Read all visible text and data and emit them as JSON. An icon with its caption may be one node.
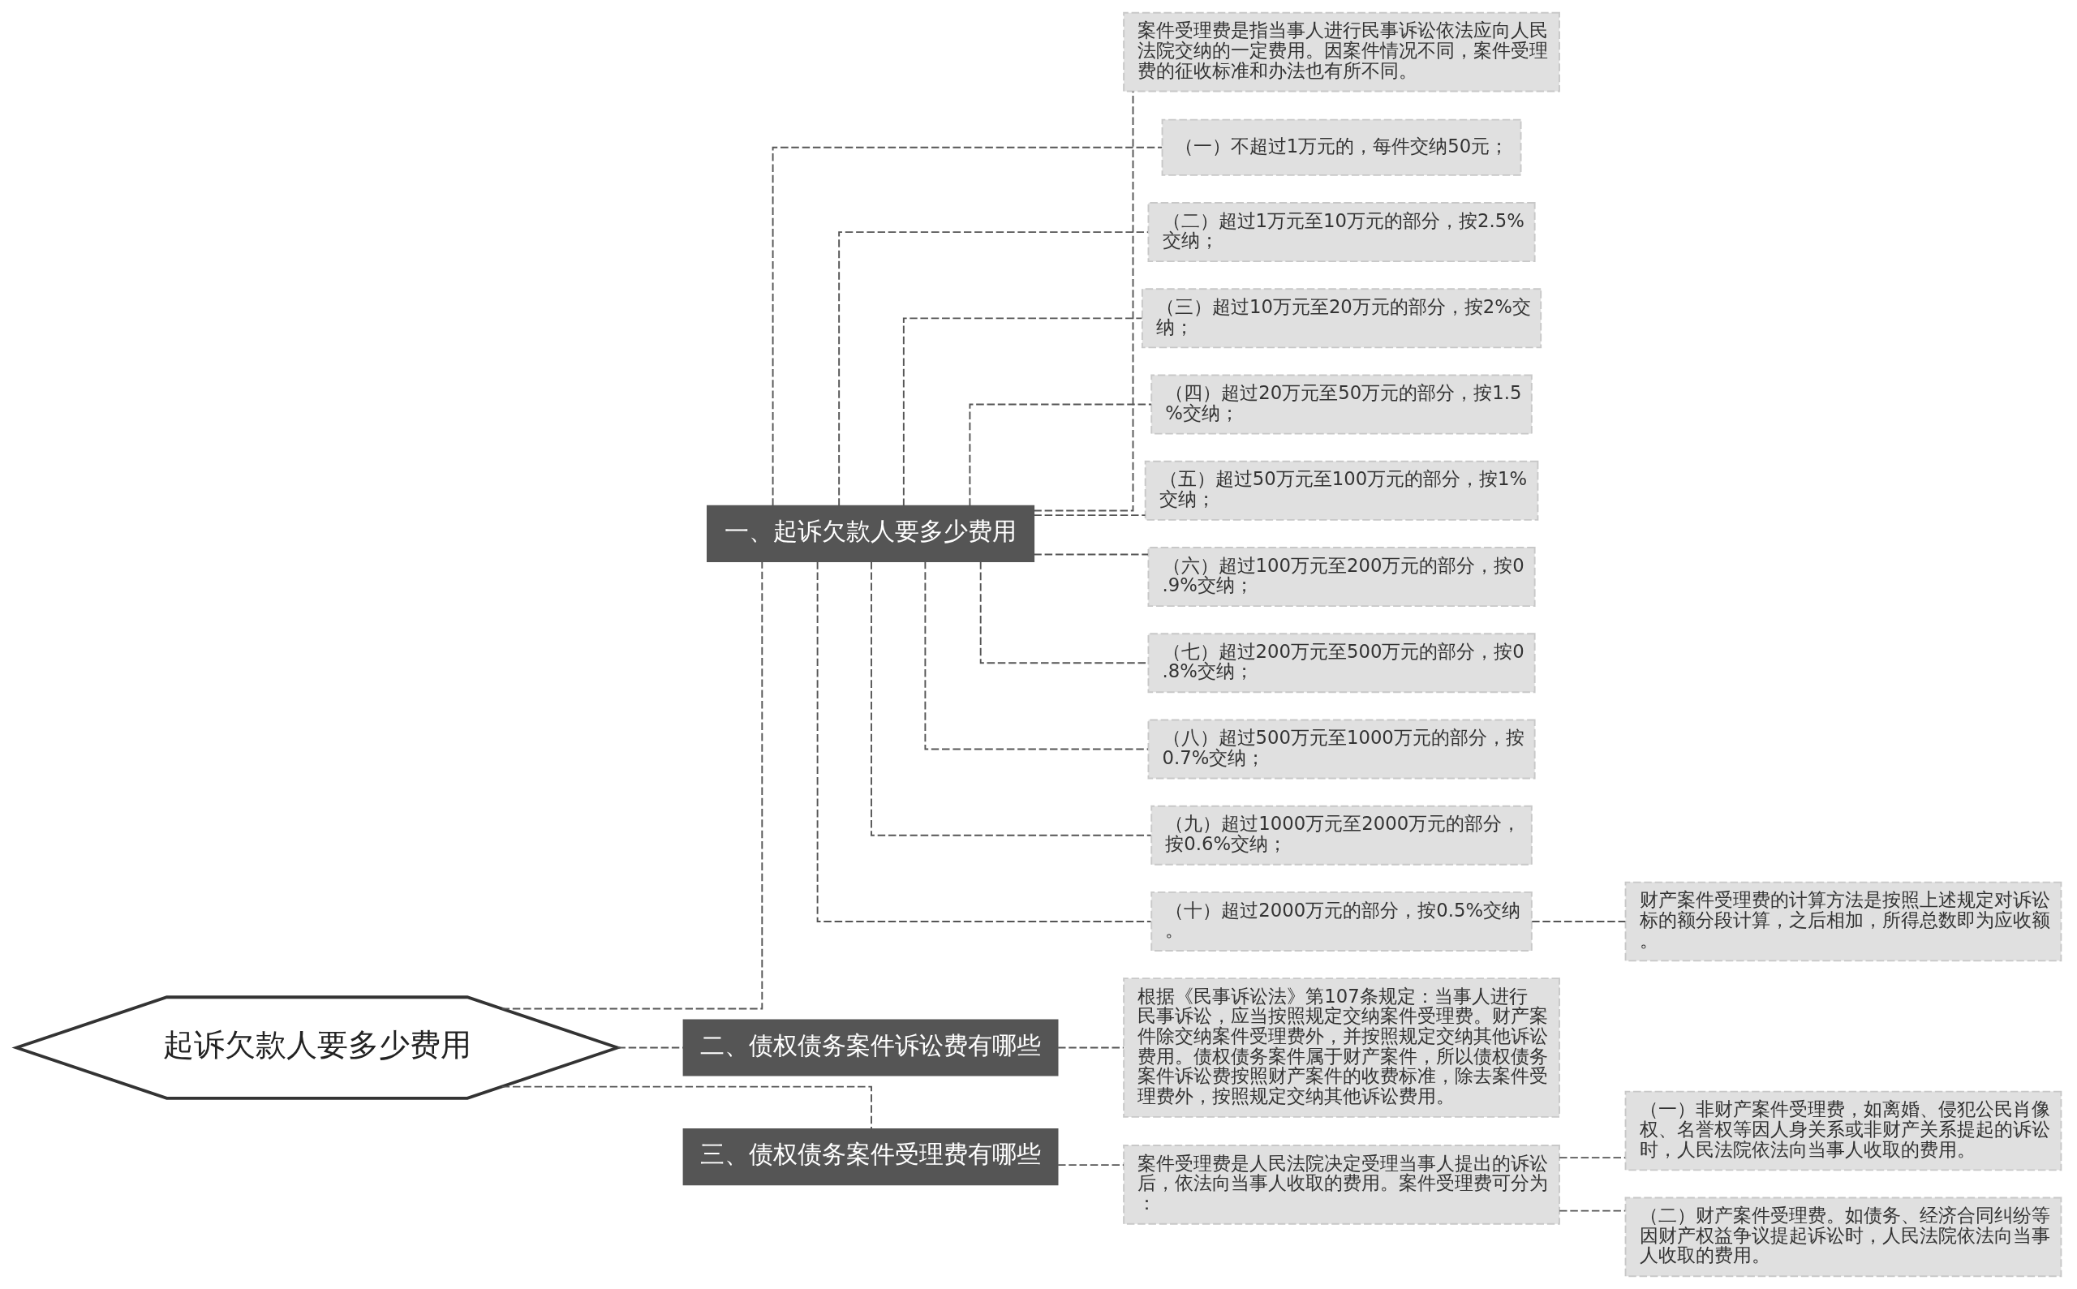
{
  "diagram": {
    "nodes": [
      {
        "text": [
          "起诉欠款人要多少费用"
        ]
      },
      {
        "text": [
          "一、起诉欠款人要多少费用"
        ]
      },
      {
        "text": [
          "案件受理费是指当事人进行民事诉讼依法应向人民法院交纳的一定费用。因案件情况不同，案件受理费的征收标准和办法也有所不同。"
        ]
      },
      {
        "text": [
          "（一）不超过1万元的，每件交纳50元；"
        ]
      },
      {
        "text": [
          "（二）超过1万元至10万元的部分，按2.5%交纳；"
        ]
      },
      {
        "text": [
          "（三）超过10万元至20万元的部分，按2%交纳；"
        ]
      },
      {
        "text": [
          "（四）超过20万元至50万元的部分，按1.5%交纳；"
        ]
      },
      {
        "text": [
          "（五）超过50万元至100万元的部分，按1%交纳；"
        ]
      },
      {
        "text": [
          "（六）超过100万元至200万元的部分，按0.9%交纳；"
        ]
      },
      {
        "text": [
          "（七）超过200万元至500万元的部分，按0.8%交纳；"
        ]
      },
      {
        "text": [
          "（八）超过500万元至1000万元的部分，按0.7%交纳；"
        ]
      },
      {
        "text": [
          "（九）超过1000万元至2000万元的部分，按0.6%交纳；"
        ]
      },
      {
        "text": [
          "（十）超过2000万元的部分，按0.5%交纳。"
        ]
      },
      {
        "text": [
          "财产案件受理费的计算方法是按照上述规定对诉讼标的额分段计算，之后相加，所得总数即为应收额。"
        ]
      },
      {
        "text": [
          "二、债权债务案件诉讼费有哪些"
        ]
      },
      {
        "text": [
          "根据《民事诉讼法》第107条规定：当事人进行民事诉讼，应当按照规定交纳案件受理费。财产案件除交纳案件受理费外，并按照规定交纳其他诉讼费用。债权债务案件属于财产案件，所以债权债务案件诉讼费按照财产案件的收费标准，除去案件受理费外，按照规定交纳其他诉讼费用。"
        ]
      },
      {
        "text": [
          "三、债权债务案件受理费有哪些"
        ]
      },
      {
        "text": [
          "案件受理费是人民法院决定受理当事人提出的诉讼后，依法向当事人收取的费用。案件受理费可分为："
        ]
      },
      {
        "text": [
          "（一）非财产案件受理费，如离婚、侵犯公民肖像权、名誉权等因人身关系或非财产关系提起的诉讼时，人民法院依法向当事人收取的费用。"
        ]
      },
      {
        "text": [
          "（二）财产案件受理费。如债务、经济合同纠纷等因财产权益争议提起诉讼时，人民法院依法向当事人收取的费用。"
        ]
      }
    ],
    "edges": [
      {
        "from": 0,
        "to": 1,
        "arrow": "none",
        "style": "dashed"
      },
      {
        "from": 1,
        "to": 2,
        "arrow": "none",
        "style": "dashed"
      },
      {
        "from": 1,
        "to": 3,
        "arrow": "none",
        "style": "dashed"
      },
      {
        "from": 1,
        "to": 4,
        "arrow": "none",
        "style": "dashed"
      },
      {
        "from": 1,
        "to": 5,
        "arrow": "none",
        "style": "dashed"
      },
      {
        "from": 1,
        "to": 6,
        "arrow": "none",
        "style": "dashed"
      },
      {
        "from": 1,
        "to": 7,
        "arrow": "none",
        "style": "dashed"
      },
      {
        "from": 1,
        "to": 8,
        "arrow": "none",
        "style": "dashed"
      },
      {
        "from": 1,
        "to": 9,
        "arrow": "none",
        "style": "dashed"
      },
      {
        "from": 1,
        "to": 10,
        "arrow": "none",
        "style": "dashed"
      },
      {
        "from": 1,
        "to": 11,
        "arrow": "none",
        "style": "dashed"
      },
      {
        "from": 1,
        "to": 12,
        "arrow": "none",
        "style": "dashed"
      },
      {
        "from": 12,
        "to": 13,
        "arrow": "none",
        "style": "dashed"
      },
      {
        "from": 0,
        "to": 14,
        "arrow": "none",
        "style": "dashed"
      },
      {
        "from": 14,
        "to": 15,
        "arrow": "none",
        "style": "dashed"
      },
      {
        "from": 0,
        "to": 16,
        "arrow": "none",
        "style": "dashed"
      },
      {
        "from": 16,
        "to": 17,
        "arrow": "none",
        "style": "dashed"
      },
      {
        "from": 17,
        "to": 18,
        "arrow": "none",
        "style": "dashed"
      },
      {
        "from": 17,
        "to": 19,
        "arrow": "none",
        "style": "dashed"
      }
    ]
  }
}
